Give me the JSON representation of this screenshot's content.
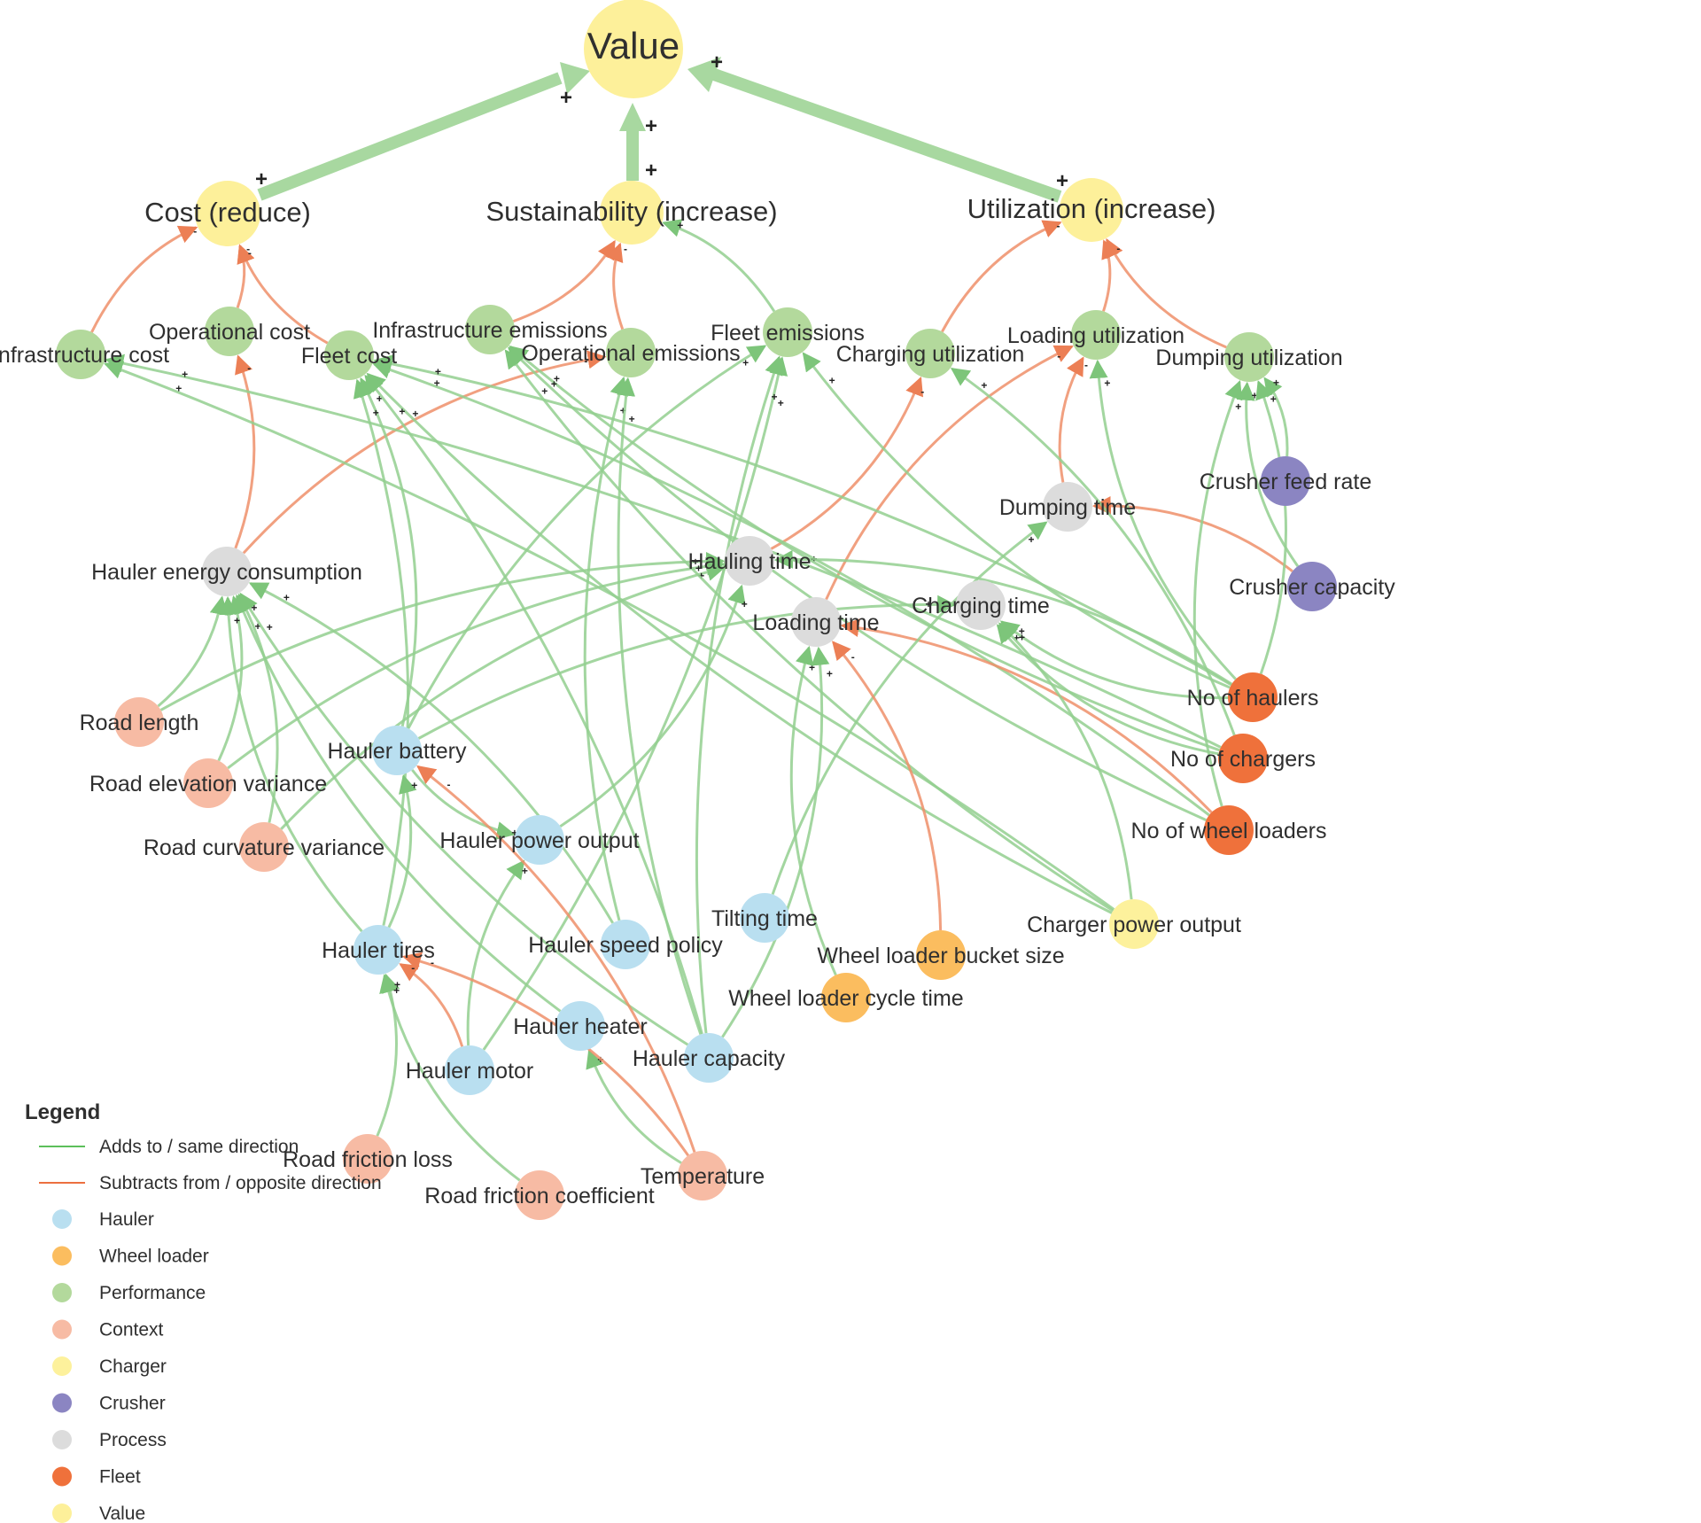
{
  "colors": {
    "hauler": "#b9dff0",
    "wheel_loader": "#fbbd5f",
    "performance": "#b3d99c",
    "context": "#f7bba4",
    "charger": "#fdf19c",
    "crusher": "#8b85c2",
    "process": "#dcdcdc",
    "fleet": "#ef713b",
    "value": "#fdf09a",
    "positive_edge": "#93cf8f",
    "negative_edge": "#ef8f6a",
    "main_edge": "#a8d8a0"
  },
  "nodes": [
    {
      "id": "value",
      "label": "Value",
      "type": "value"
    },
    {
      "id": "cost",
      "label": "Cost (reduce)",
      "type": "value"
    },
    {
      "id": "sustainability",
      "label": "Sustainability (increase)",
      "type": "value"
    },
    {
      "id": "utilization",
      "label": "Utilization (increase)",
      "type": "value"
    },
    {
      "id": "infra_cost",
      "label": "Infrastructure cost",
      "type": "performance"
    },
    {
      "id": "op_cost",
      "label": "Operational cost",
      "type": "performance"
    },
    {
      "id": "fleet_cost",
      "label": "Fleet cost",
      "type": "performance"
    },
    {
      "id": "infra_em",
      "label": "Infrastructure emissions",
      "type": "performance"
    },
    {
      "id": "op_em",
      "label": "Operational emissions",
      "type": "performance"
    },
    {
      "id": "fleet_em",
      "label": "Fleet emissions",
      "type": "performance"
    },
    {
      "id": "charging_util",
      "label": "Charging utilization",
      "type": "performance"
    },
    {
      "id": "loading_util",
      "label": "Loading utilization",
      "type": "performance"
    },
    {
      "id": "dumping_util",
      "label": "Dumping utilization",
      "type": "performance"
    },
    {
      "id": "crusher_feed",
      "label": "Crusher feed rate",
      "type": "crusher"
    },
    {
      "id": "crusher_cap",
      "label": "Crusher capacity",
      "type": "crusher"
    },
    {
      "id": "dumping_time",
      "label": "Dumping time",
      "type": "process"
    },
    {
      "id": "hauler_energy",
      "label": "Hauler energy consumption",
      "type": "process"
    },
    {
      "id": "hauling_time",
      "label": "Hauling time",
      "type": "process"
    },
    {
      "id": "loading_time",
      "label": "Loading time",
      "type": "process"
    },
    {
      "id": "charging_time",
      "label": "Charging time",
      "type": "process"
    },
    {
      "id": "no_haulers",
      "label": "No of haulers",
      "type": "fleet"
    },
    {
      "id": "no_chargers",
      "label": "No of chargers",
      "type": "fleet"
    },
    {
      "id": "no_loaders",
      "label": "No of wheel loaders",
      "type": "fleet"
    },
    {
      "id": "road_length",
      "label": "Road length",
      "type": "context"
    },
    {
      "id": "road_elev",
      "label": "Road elevation variance",
      "type": "context"
    },
    {
      "id": "road_curv",
      "label": "Road curvature variance",
      "type": "context"
    },
    {
      "id": "hauler_battery",
      "label": "Hauler battery",
      "type": "hauler"
    },
    {
      "id": "hauler_power",
      "label": "Hauler power output",
      "type": "hauler"
    },
    {
      "id": "hauler_speed",
      "label": "Hauler speed policy",
      "type": "hauler"
    },
    {
      "id": "tilting_time",
      "label": "Tilting time",
      "type": "hauler"
    },
    {
      "id": "charger_power",
      "label": "Charger power output",
      "type": "charger"
    },
    {
      "id": "wl_bucket",
      "label": "Wheel loader bucket size",
      "type": "wheel_loader"
    },
    {
      "id": "wl_cycle",
      "label": "Wheel loader cycle time",
      "type": "wheel_loader"
    },
    {
      "id": "hauler_tires",
      "label": "Hauler tires",
      "type": "hauler"
    },
    {
      "id": "hauler_heater",
      "label": "Hauler heater",
      "type": "hauler"
    },
    {
      "id": "hauler_motor",
      "label": "Hauler motor",
      "type": "hauler"
    },
    {
      "id": "hauler_capacity",
      "label": "Hauler capacity",
      "type": "hauler"
    },
    {
      "id": "road_fric_loss",
      "label": "Road friction loss",
      "type": "context"
    },
    {
      "id": "road_fric_coef",
      "label": "Road friction coefficient",
      "type": "context"
    },
    {
      "id": "temperature",
      "label": "Temperature",
      "type": "context"
    }
  ],
  "main_edges": [
    {
      "from": "cost",
      "to": "value",
      "sign": "+"
    },
    {
      "from": "sustainability",
      "to": "value",
      "sign": "+"
    },
    {
      "from": "utilization",
      "to": "value",
      "sign": "+"
    }
  ],
  "edges": [
    {
      "from": "infra_cost",
      "to": "cost",
      "sign": "-"
    },
    {
      "from": "op_cost",
      "to": "cost",
      "sign": "-"
    },
    {
      "from": "fleet_cost",
      "to": "cost",
      "sign": "-"
    },
    {
      "from": "infra_em",
      "to": "sustainability",
      "sign": "-"
    },
    {
      "from": "op_em",
      "to": "sustainability",
      "sign": "-"
    },
    {
      "from": "fleet_em",
      "to": "sustainability",
      "sign": "+"
    },
    {
      "from": "charging_util",
      "to": "utilization",
      "sign": "-"
    },
    {
      "from": "loading_util",
      "to": "utilization",
      "sign": "-"
    },
    {
      "from": "dumping_util",
      "to": "utilization",
      "sign": "-"
    },
    {
      "from": "crusher_feed",
      "to": "dumping_util",
      "sign": "+"
    },
    {
      "from": "crusher_cap",
      "to": "dumping_util",
      "sign": "+"
    },
    {
      "from": "crusher_cap",
      "to": "dumping_time",
      "sign": "-"
    },
    {
      "from": "dumping_time",
      "to": "loading_util",
      "sign": "-"
    },
    {
      "from": "hauler_energy",
      "to": "op_cost",
      "sign": "-"
    },
    {
      "from": "hauler_energy",
      "to": "op_em",
      "sign": "-"
    },
    {
      "from": "hauling_time",
      "to": "charging_util",
      "sign": "-"
    },
    {
      "from": "loading_time",
      "to": "loading_util",
      "sign": "-"
    },
    {
      "from": "no_haulers",
      "to": "fleet_cost",
      "sign": "+"
    },
    {
      "from": "no_haulers",
      "to": "fleet_em",
      "sign": "+"
    },
    {
      "from": "no_haulers",
      "to": "dumping_util",
      "sign": "+"
    },
    {
      "from": "no_haulers",
      "to": "loading_util",
      "sign": "+"
    },
    {
      "from": "no_haulers",
      "to": "hauling_time",
      "sign": "+"
    },
    {
      "from": "no_haulers",
      "to": "charging_time",
      "sign": "+"
    },
    {
      "from": "no_chargers",
      "to": "infra_cost",
      "sign": "+"
    },
    {
      "from": "no_chargers",
      "to": "infra_em",
      "sign": "+"
    },
    {
      "from": "no_chargers",
      "to": "charging_util",
      "sign": "+"
    },
    {
      "from": "no_chargers",
      "to": "charging_time",
      "sign": "+"
    },
    {
      "from": "no_loaders",
      "to": "fleet_cost",
      "sign": "+"
    },
    {
      "from": "no_loaders",
      "to": "infra_em",
      "sign": "+"
    },
    {
      "from": "no_loaders",
      "to": "loading_time",
      "sign": "-"
    },
    {
      "from": "no_loaders",
      "to": "dumping_util",
      "sign": "+"
    },
    {
      "from": "road_length",
      "to": "hauler_energy",
      "sign": "+"
    },
    {
      "from": "road_length",
      "to": "hauling_time",
      "sign": "+"
    },
    {
      "from": "road_elev",
      "to": "hauler_energy",
      "sign": "+"
    },
    {
      "from": "road_elev",
      "to": "hauling_time",
      "sign": "+"
    },
    {
      "from": "road_curv",
      "to": "hauler_energy",
      "sign": "+"
    },
    {
      "from": "road_curv",
      "to": "hauling_time",
      "sign": "+"
    },
    {
      "from": "hauler_battery",
      "to": "fleet_cost",
      "sign": "+"
    },
    {
      "from": "hauler_battery",
      "to": "fleet_em",
      "sign": "+"
    },
    {
      "from": "hauler_battery",
      "to": "hauler_power",
      "sign": "+"
    },
    {
      "from": "hauler_battery",
      "to": "charging_time",
      "sign": "+"
    },
    {
      "from": "hauler_power",
      "to": "hauling_time",
      "sign": "+"
    },
    {
      "from": "hauler_speed",
      "to": "op_em",
      "sign": "+"
    },
    {
      "from": "hauler_speed",
      "to": "hauler_energy",
      "sign": "+"
    },
    {
      "from": "tilting_time",
      "to": "dumping_time",
      "sign": "+"
    },
    {
      "from": "charger_power",
      "to": "infra_cost",
      "sign": "+"
    },
    {
      "from": "charger_power",
      "to": "infra_em",
      "sign": "+"
    },
    {
      "from": "charger_power",
      "to": "charging_time",
      "sign": "+"
    },
    {
      "from": "charger_power",
      "to": "fleet_cost",
      "sign": "+"
    },
    {
      "from": "wl_bucket",
      "to": "loading_time",
      "sign": "-"
    },
    {
      "from": "wl_cycle",
      "to": "loading_time",
      "sign": "+"
    },
    {
      "from": "hauler_tires",
      "to": "fleet_cost",
      "sign": "+"
    },
    {
      "from": "hauler_tires",
      "to": "hauler_energy",
      "sign": "+"
    },
    {
      "from": "hauler_tires",
      "to": "hauler_battery",
      "sign": "+"
    },
    {
      "from": "hauler_heater",
      "to": "hauler_energy",
      "sign": "+"
    },
    {
      "from": "hauler_motor",
      "to": "hauler_tires",
      "sign": "-"
    },
    {
      "from": "hauler_motor",
      "to": "hauler_power",
      "sign": "+"
    },
    {
      "from": "hauler_motor",
      "to": "fleet_em",
      "sign": "+"
    },
    {
      "from": "hauler_capacity",
      "to": "hauler_energy",
      "sign": "+"
    },
    {
      "from": "hauler_capacity",
      "to": "fleet_cost",
      "sign": "+"
    },
    {
      "from": "hauler_capacity",
      "to": "op_em",
      "sign": "+"
    },
    {
      "from": "hauler_capacity",
      "to": "loading_time",
      "sign": "+"
    },
    {
      "from": "hauler_capacity",
      "to": "fleet_em",
      "sign": "+"
    },
    {
      "from": "road_fric_loss",
      "to": "hauler_tires",
      "sign": "+"
    },
    {
      "from": "road_fric_coef",
      "to": "hauler_tires",
      "sign": "+"
    },
    {
      "from": "temperature",
      "to": "hauler_battery",
      "sign": "-"
    },
    {
      "from": "temperature",
      "to": "hauler_heater",
      "sign": "+"
    },
    {
      "from": "temperature",
      "to": "hauler_tires",
      "sign": "-"
    }
  ],
  "legend": {
    "title": "Legend",
    "positive_label": "Adds to / same direction",
    "negative_label": "Subtracts from / opposite direction",
    "items": [
      {
        "label": "Hauler",
        "type": "hauler"
      },
      {
        "label": "Wheel loader",
        "type": "wheel_loader"
      },
      {
        "label": "Performance",
        "type": "performance"
      },
      {
        "label": "Context",
        "type": "context"
      },
      {
        "label": "Charger",
        "type": "charger"
      },
      {
        "label": "Crusher",
        "type": "crusher"
      },
      {
        "label": "Process",
        "type": "process"
      },
      {
        "label": "Fleet",
        "type": "fleet"
      },
      {
        "label": "Value",
        "type": "value"
      }
    ]
  }
}
